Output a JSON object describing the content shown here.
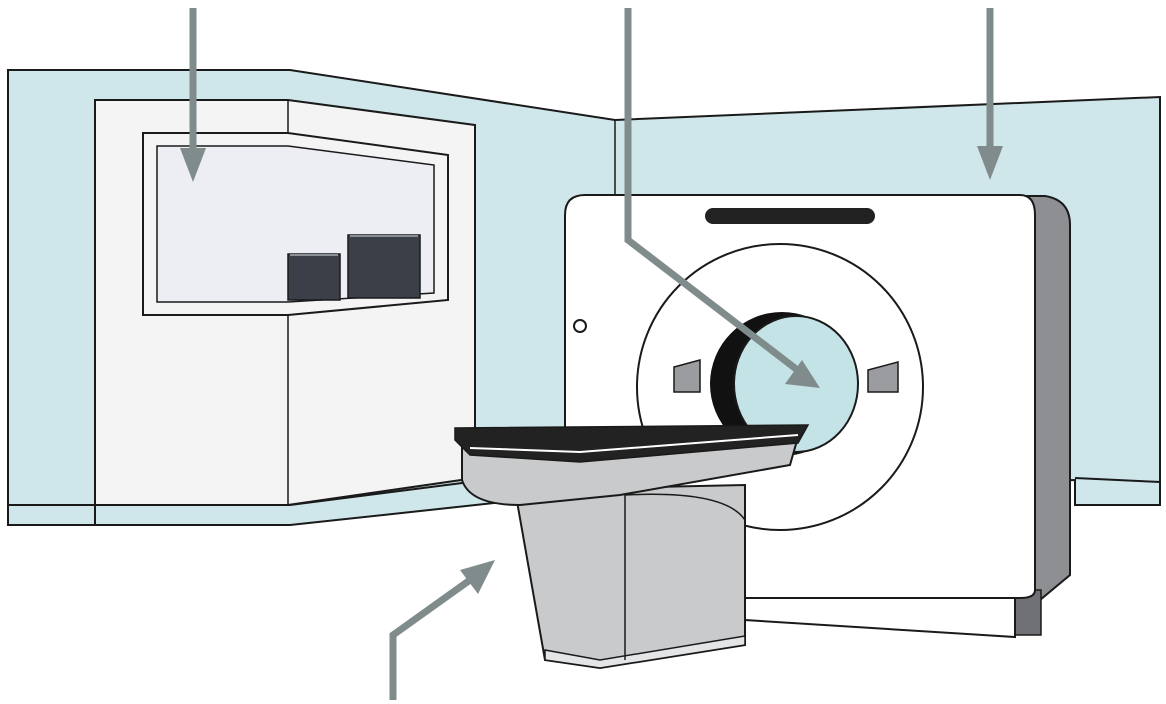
{
  "figure": {
    "subject": "ct-scanner-room-illustration",
    "text_labels": [],
    "pointer_arrows": [
      {
        "id": "arrow-window",
        "target": "control-room-window"
      },
      {
        "id": "arrow-bore",
        "target": "gantry-bore"
      },
      {
        "id": "arrow-gantry",
        "target": "gantry"
      },
      {
        "id": "arrow-table",
        "target": "patient-table"
      }
    ]
  },
  "colors": {
    "wall": "#cfe6ea",
    "outline": "#1a1a1a",
    "arrow": "#7f8c8b",
    "room_wall": "#f4f4f4",
    "window_glass": "#eceef4",
    "monitor": "#3b3f47",
    "gantry_body": "#ffffff",
    "gantry_side": "#8d8f92",
    "bore_glass": "#c4e3e7",
    "table_top": "#222222",
    "table_base": "#c9cacb"
  }
}
